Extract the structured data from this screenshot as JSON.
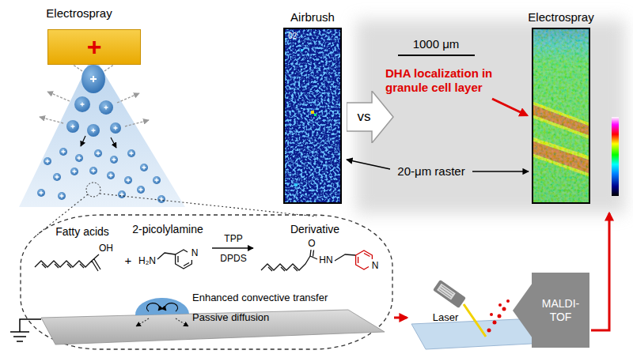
{
  "diagram": {
    "nodes": [
      {
        "text": [
          "+"
        ]
      },
      {
        "text": [
          "Airbrush",
          "02"
        ]
      },
      {
        "text": [
          "vs"
        ]
      },
      {
        "text": [
          "Electrospray"
        ]
      },
      {
        "text": [
          "MALDI-TOF"
        ]
      }
    ],
    "labels": [
      "Electrospray",
      "1000 μm",
      "DHA localization in granule cell layer",
      "20-μm raster",
      "Fatty acids",
      "2-picolylamine",
      "TPP",
      "DPDS",
      "Derivative",
      "OH",
      "+",
      "H₂N",
      "N",
      "O",
      "HN",
      "N",
      "Enhanced convective transfer",
      "Passive diffusion",
      "Laser"
    ]
  }
}
